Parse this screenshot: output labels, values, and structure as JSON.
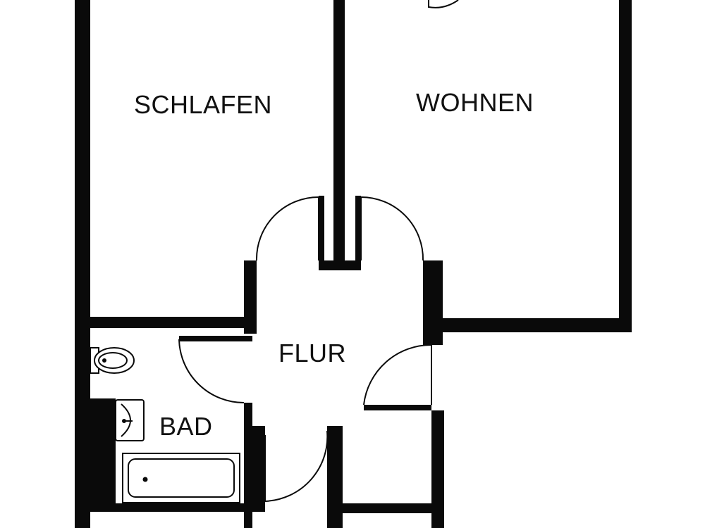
{
  "plan": {
    "wall_color": "#0a0a0a",
    "background_color": "#ffffff",
    "rooms": {
      "schlafen": "SCHLAFEN",
      "wohnen": "WOHNEN",
      "flur": "FLUR",
      "bad": "BAD"
    },
    "fixtures": [
      "toilet-icon",
      "sink-icon",
      "bathtub-icon"
    ]
  }
}
